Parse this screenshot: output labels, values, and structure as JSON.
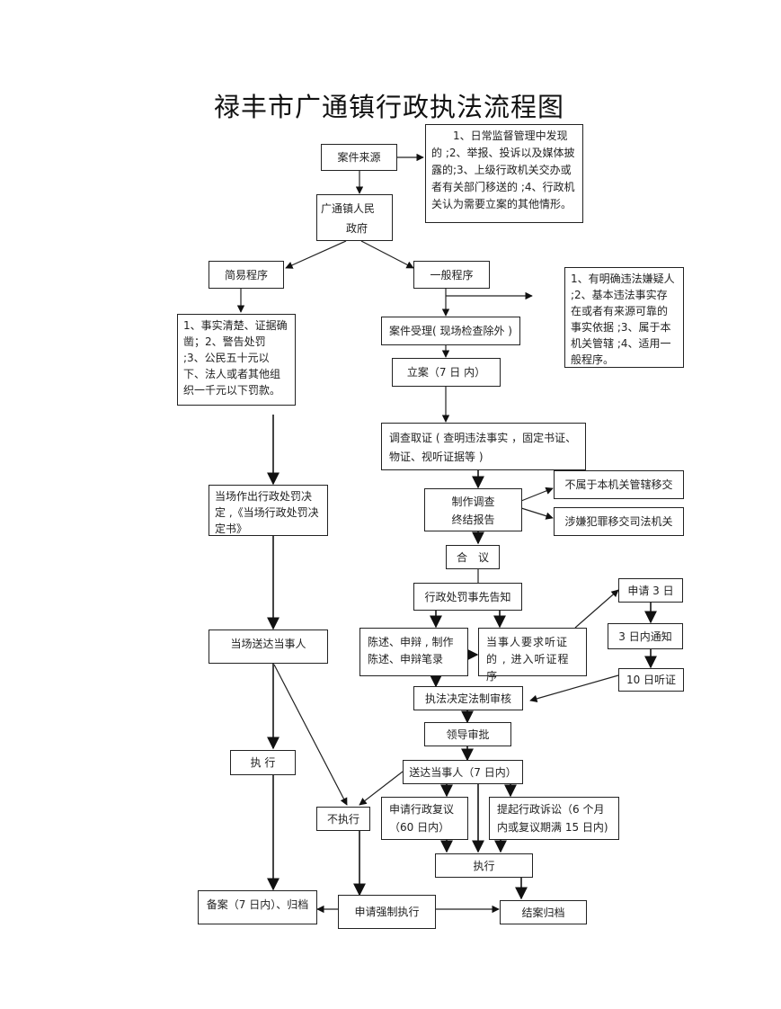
{
  "title": "禄丰市广通镇行政执法流程图",
  "nodes": {
    "case_source": "案件来源",
    "source_notes": "1、日常监督管理中发现的 ;2、举报、投诉以及媒体披露的;3、上级行政机关交办或者有关部门移送的 ;4、行政机关认为需要立案的其他情形。",
    "gov_line1": "广通镇人民",
    "gov_line2": "政府",
    "simple_procedure": "简易程序",
    "general_procedure": "一般程序",
    "simple_conditions": "1、事实清楚、证据确凿；2、警告处罚 ;3、公民五十元以下、法人或者其他组织一千元以下罚款。",
    "general_conditions": "1、有明确违法嫌疑人 ;2、基本违法事实存在或者有来源可靠的事实依据 ;3、属于本机关管辖 ;4、适用一般程序。",
    "case_acceptance": "案件受理( 现场检查除外 )",
    "filing": "立案（7 日 内）",
    "investigation": "调查取证 ( 查明违法事实 ，固定书证、物证、视听证据等 )",
    "report_line1": "制作调查",
    "report_line2": "终结报告",
    "transfer_jurisdiction": "不属于本机关管辖移交",
    "transfer_judicial": "涉嫌犯罪移交司法机关",
    "meeting": "合　议",
    "onsite_decision": "当场作出行政处罚决定 ,《当场行政处罚决定书》",
    "prior_notice": "行政处罚事先告知",
    "statement": "陈述、申辩 , 制作陈述、申辩笔录",
    "hearing_request": "当事人要求听证的 , 进入听证程序",
    "apply_3days": "申请 3 日",
    "notify_3days": "3 日内通知",
    "hearing_10days": "10 日听证",
    "onsite_delivery": "当场送达当事人",
    "legal_review": "执法决定法制审核",
    "leader_approval": "领导审批",
    "delivery_7days": "送达当事人（7 日内）",
    "execute_left": "执  行",
    "not_execute": "不执行",
    "admin_review": "申请行政复议（60 日内）",
    "admin_litigation": "提起行政诉讼（6 个月内或复议期满 15 日内)",
    "execute_right": "执行",
    "archive_record": "备案（7 日内）、归档",
    "enforcement_application": "申请强制执行",
    "case_closed": "结案归档"
  }
}
